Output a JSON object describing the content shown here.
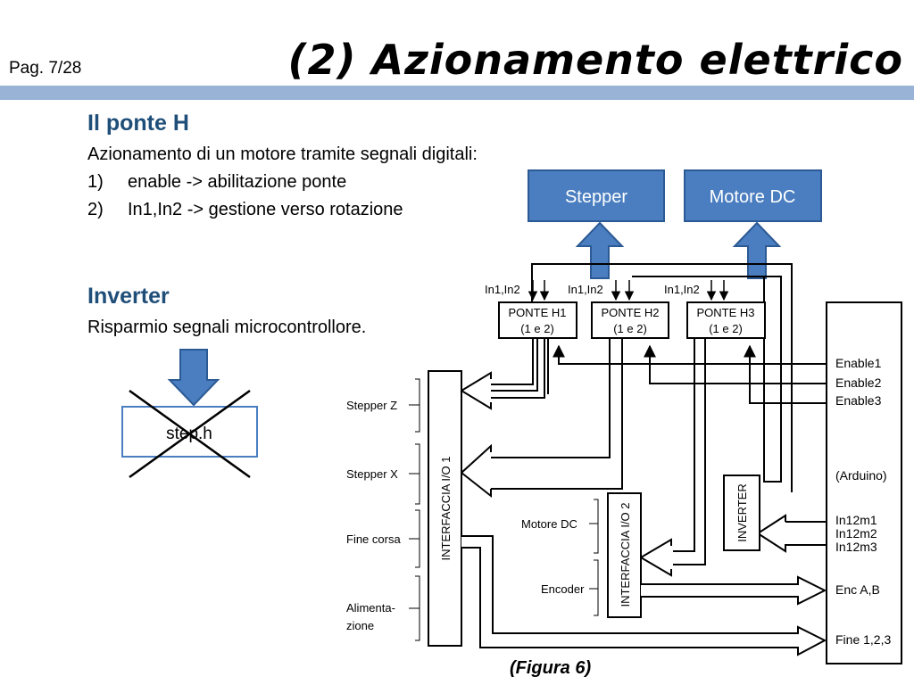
{
  "header": {
    "page_number": "Pag. 7/28",
    "title": "(2) Azionamento elettrico"
  },
  "section_ponte": {
    "title": "Il ponte H",
    "intro": "Azionamento di un motore tramite segnali digitali:",
    "items": [
      {
        "num": "1)",
        "text": "enable -> abilitazione ponte"
      },
      {
        "num": "2)",
        "text": "In1,In2 -> gestione verso rotazione"
      }
    ]
  },
  "section_inverter": {
    "title": "Inverter",
    "text": "Risparmio segnali microcontrollore."
  },
  "small_diagram": {
    "box_label": "step.h"
  },
  "figure": {
    "stepper_box": "Stepper",
    "motore_dc_box": "Motore DC",
    "bridges": [
      {
        "input_label": "In1,In2",
        "line1": "PONTE H1",
        "line2": "(1 e 2)"
      },
      {
        "input_label": "In1,In2",
        "line1": "PONTE H2",
        "line2": "(1 e 2)"
      },
      {
        "input_label": "In1,In2",
        "line1": "PONTE H3",
        "line2": "(1 e 2)"
      }
    ],
    "interfaccia1": "INTERFACCIA I/O 1",
    "interfaccia2": "INTERFACCIA I/O 2",
    "inverter": "INVERTER",
    "left_labels": {
      "stepper_z": "Stepper Z",
      "stepper_x": "Stepper X",
      "fine_corsa": "Fine corsa",
      "alimentazione_1": "Alimenta-",
      "alimentazione_2": "zione",
      "motore_dc": "Motore DC",
      "encoder": "Encoder"
    },
    "arduino_labels": {
      "enable1": "Enable1",
      "enable2": "Enable2",
      "enable3": "Enable3",
      "arduino": "(Arduino)",
      "in12m1": "In12m1",
      "in12m2": "In12m2",
      "in12m3": "In12m3",
      "enc": "Enc A,B",
      "fine": "Fine 1,2,3"
    },
    "caption": "(Figura 6)",
    "colors": {
      "accent_fill": "#4a7ec0",
      "accent_stroke": "#2c5a94",
      "header_bar": "#98b3d6",
      "section_title": "#1f4e79"
    }
  }
}
